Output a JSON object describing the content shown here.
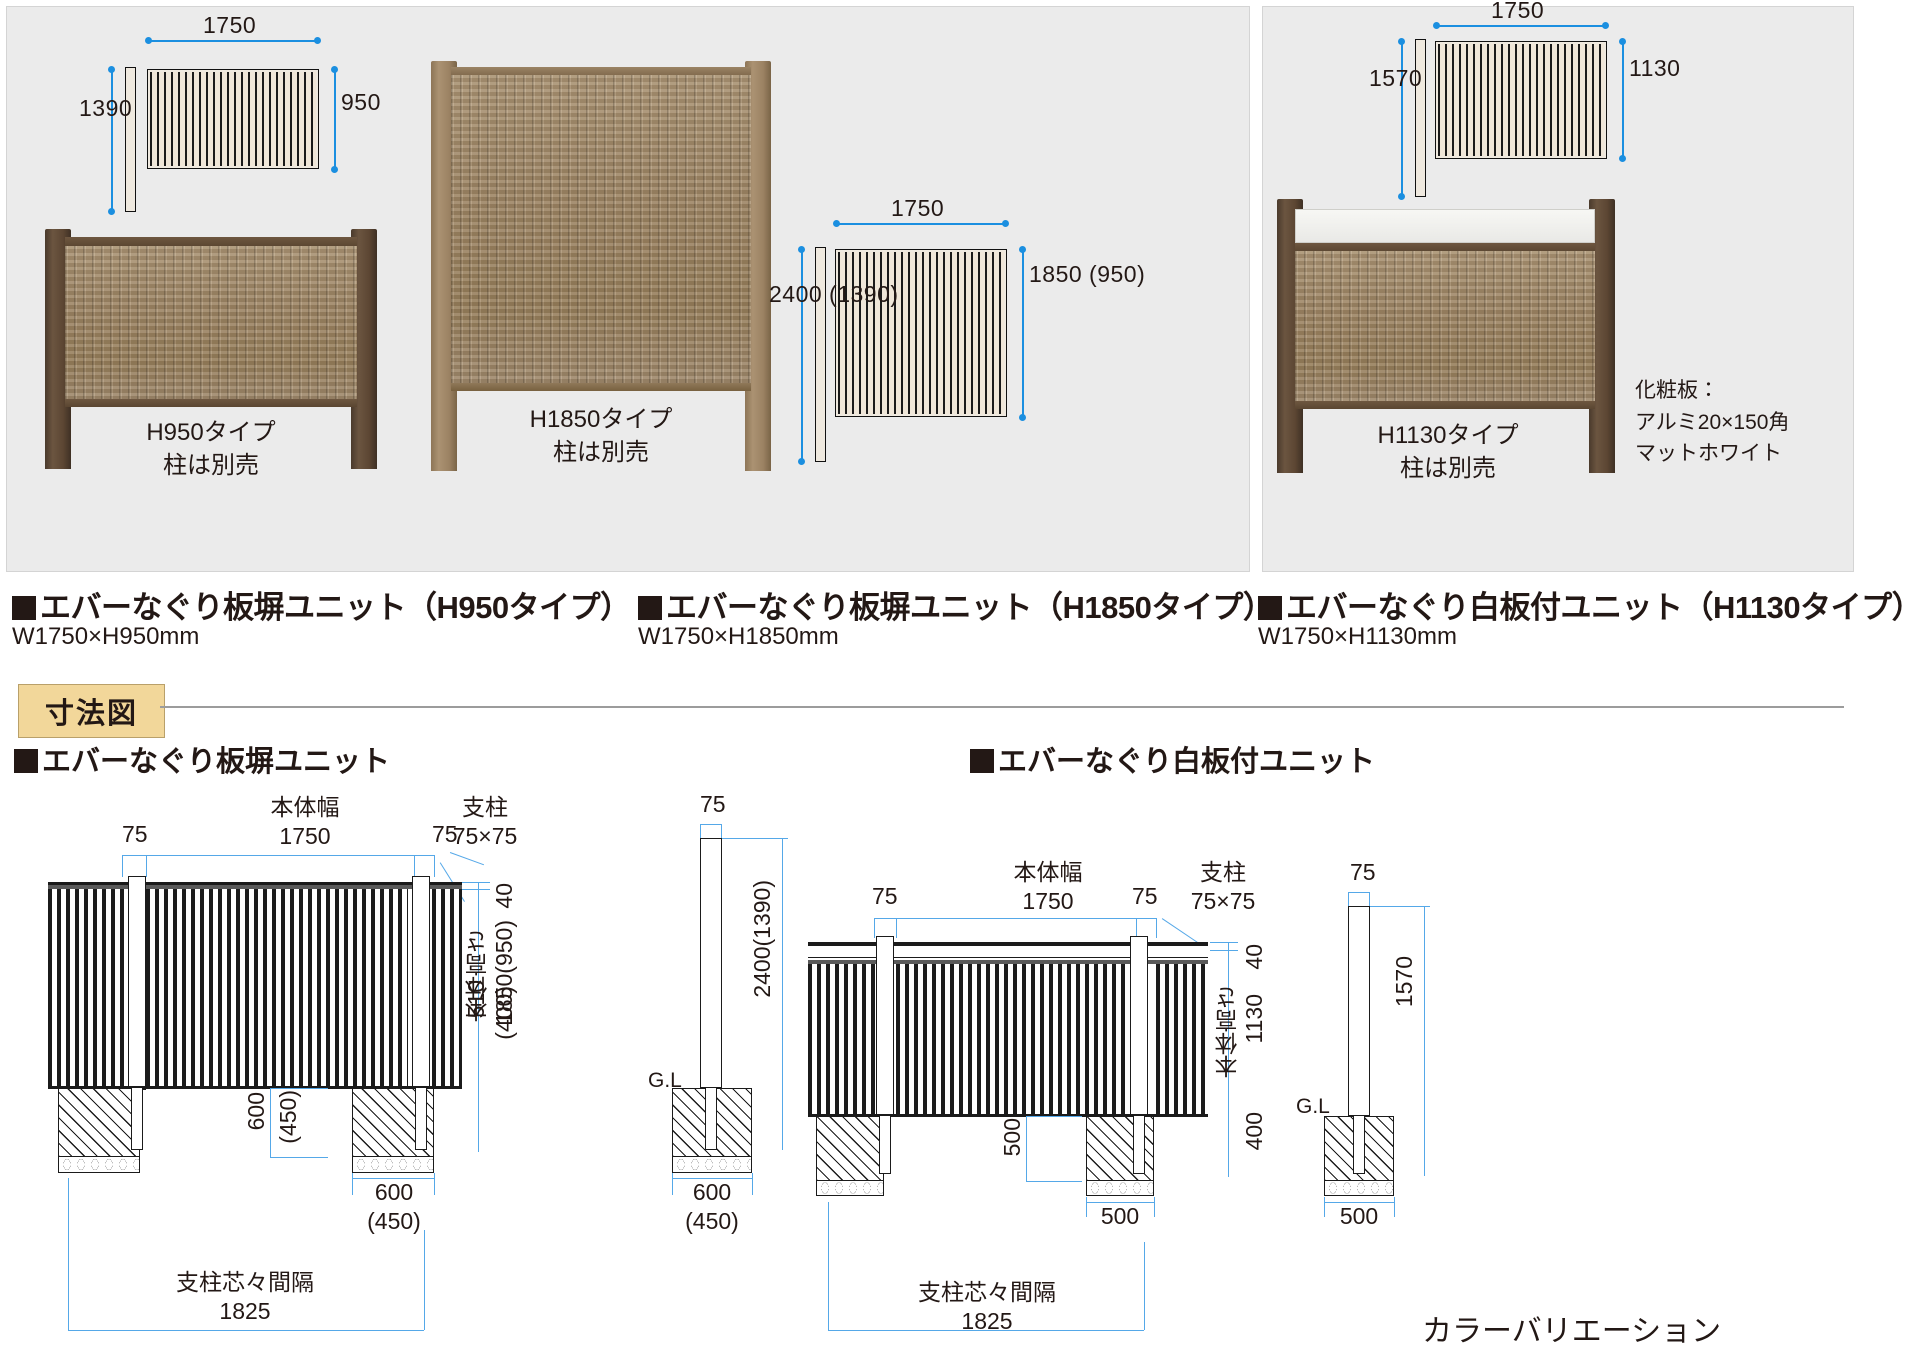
{
  "photos": {
    "left_panel": {
      "h950": {
        "width_label": "1750",
        "depth_label": "1390",
        "height_label": "950",
        "caption_line1": "H950タイプ",
        "caption_line2": "柱は別売"
      },
      "h1850": {
        "caption_line1": "H1850タイプ",
        "caption_line2": "柱は別売",
        "width_label": "1750",
        "depth_label": "2400 (1390)",
        "height_label": "1850 (950)"
      }
    },
    "right_panel": {
      "h1130": {
        "width_label": "1750",
        "depth_label": "1570",
        "height_label": "1130",
        "caption_line1": "H1130タイプ",
        "caption_line2": "柱は別売"
      },
      "note_line1": "化粧板：",
      "note_line2": "アルミ20×150角",
      "note_line3": "マットホワイト"
    }
  },
  "product_titles": [
    {
      "bullet": "square-bullet",
      "title": "エバーなぐり板塀ユニット（H950タイプ）",
      "size": "W1750×H950mm"
    },
    {
      "bullet": "square-bullet",
      "title": "エバーなぐり板塀ユニット（H1850タイプ）",
      "size": "W1750×H1850mm"
    },
    {
      "bullet": "square-bullet",
      "title": "エバーなぐり白板付ユニット（H1130タイプ）",
      "size": "W1750×H1130mm"
    }
  ],
  "section": {
    "badge": "寸法図",
    "left_heading": "エバーなぐり板塀ユニット",
    "right_heading": "エバーなぐり白板付ユニット"
  },
  "drawing_left": {
    "post_gap_left": "75",
    "post_gap_right": "75",
    "body_width_label": "本体幅",
    "body_width_value": "1750",
    "post_label": "支柱",
    "post_size": "75×75",
    "top_offset": "40",
    "body_height_label": "本体高さ",
    "body_height_value": "1850(950)",
    "footing_depth": "600",
    "footing_depth_alt": "(450)",
    "embed_depth": "510",
    "embed_depth_alt": "(400)",
    "footing_width": "600",
    "footing_width_alt": "(450)",
    "post_spacing_label": "支柱芯々間隔",
    "post_spacing_value": "1825",
    "section_post_width": "75",
    "section_post_height": "2400(1390)",
    "ground_line": "G.L",
    "section_footing_width": "600",
    "section_footing_width_alt": "(450)"
  },
  "drawing_right": {
    "post_gap_left": "75",
    "post_gap_right": "75",
    "body_width_label": "本体幅",
    "body_width_value": "1750",
    "post_label": "支柱",
    "post_size": "75×75",
    "top_offset": "40",
    "body_height_label": "本体高さ",
    "body_height_value": "1130",
    "footing_depth": "500",
    "embed_depth": "400",
    "footing_width": "500",
    "post_spacing_label": "支柱芯々間隔",
    "post_spacing_value": "1825",
    "section_post_width": "75",
    "section_post_height": "1570",
    "ground_line": "G.L",
    "section_footing_width": "500"
  },
  "footer": {
    "color_variation": "カラーバリエーション"
  },
  "colors": {
    "dimension_blue": "#1b8fe0",
    "drawing_blue": "#55a8e8",
    "badge_bg": "#f2d79a",
    "panel_bg": "#ebebeb",
    "ink": "#231815"
  }
}
